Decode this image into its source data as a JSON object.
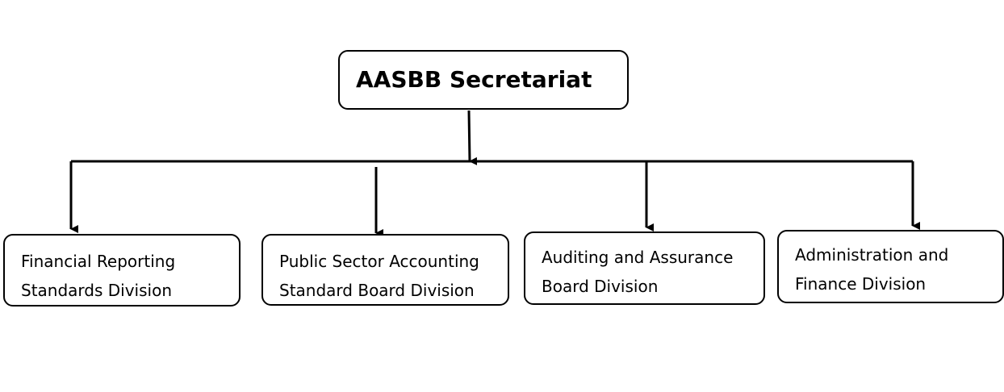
{
  "root": {
    "title": "AASBB Secretariat"
  },
  "divisions": [
    {
      "line1": "Financial Reporting",
      "line2": "Standards Division"
    },
    {
      "line1": "Public Sector Accounting",
      "line2": "Standard Board Division"
    },
    {
      "line1": "Auditing and Assurance",
      "line2": "Board Division"
    },
    {
      "line1": "Administration and",
      "line2": "Finance Division"
    }
  ],
  "colors": {
    "stroke": "#000000",
    "background": "#ffffff"
  }
}
